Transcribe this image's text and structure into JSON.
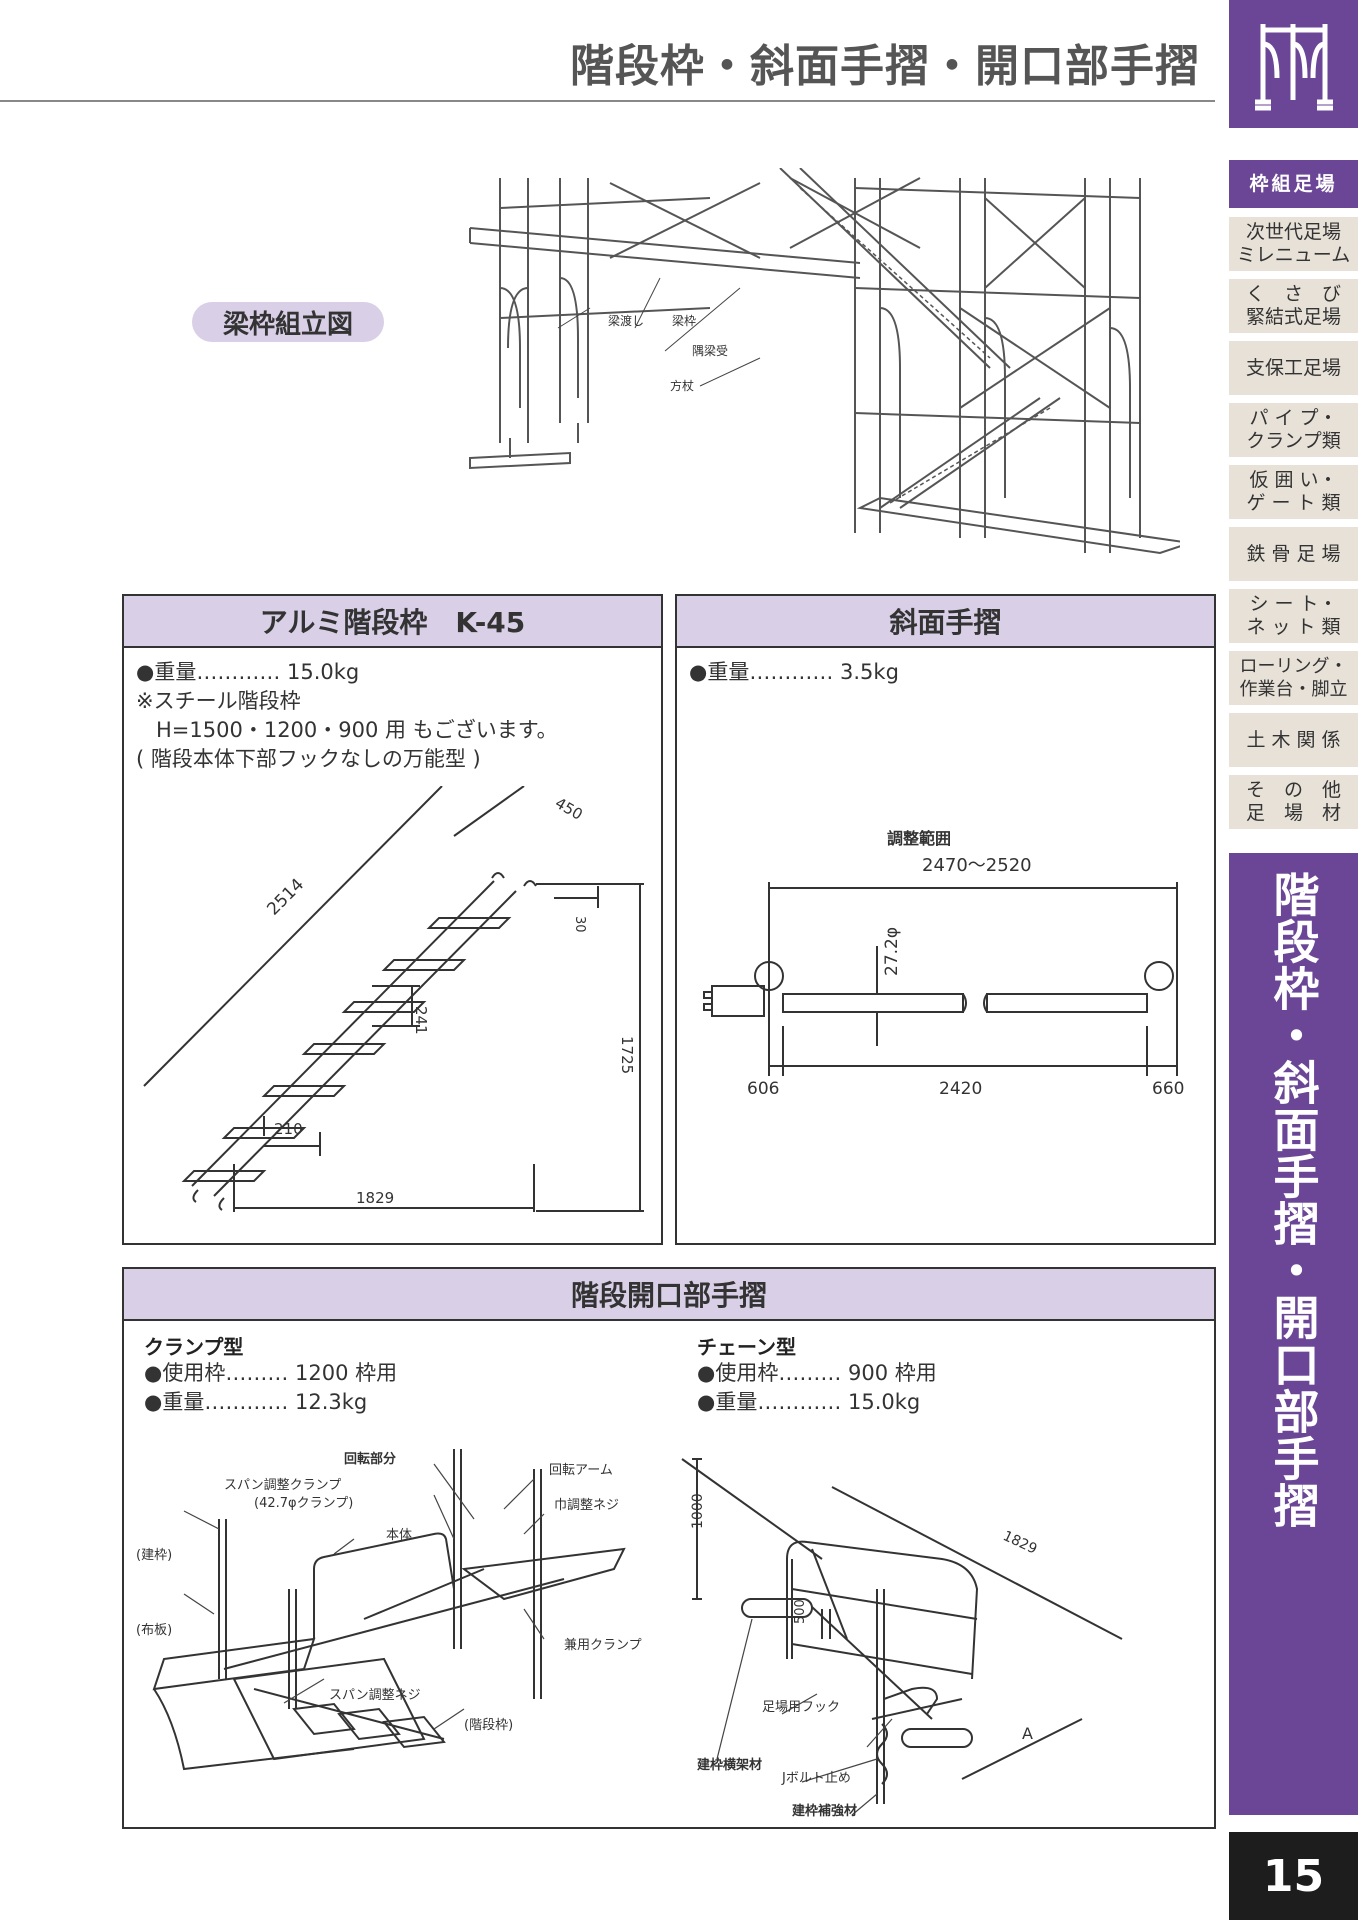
{
  "header": {
    "title": "階段枠・斜面手摺・開口部手摺"
  },
  "sidebar": {
    "categories": [
      {
        "label": "枠組足場",
        "active": true
      },
      {
        "label": "次世代足場\nミレニューム"
      },
      {
        "label": "く　さ　び\n緊結式足場"
      },
      {
        "label": "支保工足場"
      },
      {
        "label": "パ イ プ・\nクランプ類"
      },
      {
        "label": "仮 囲 い・\nゲ ー ト 類"
      },
      {
        "label": "鉄 骨 足 場"
      },
      {
        "label": "シ ー ト・\nネ ッ ト 類"
      },
      {
        "label": "ローリング・\n作業台・脚立"
      },
      {
        "label": "土 木 関 係"
      },
      {
        "label": "そ　の　他\n足　場　材"
      }
    ],
    "section_label": "階段枠・斜面手摺・開口部手摺"
  },
  "assembly": {
    "badge": "梁枠組立図",
    "callouts": [
      "梁渡し",
      "梁枠",
      "隅梁受",
      "方杖"
    ]
  },
  "alumi_stair": {
    "title": "アルミ階段枠　K-45",
    "weight_label": "●重量…………",
    "weight_value": "15.0kg",
    "note1": "※スチール階段枠",
    "note2": "H=1500・1200・900 用 もございます。",
    "note3": "( 階段本体下部フックなしの万能型 )",
    "dims": {
      "length": "2514",
      "width": "450",
      "offset": "30",
      "rise": "241",
      "height": "1725",
      "step": "210",
      "depth": "1829"
    }
  },
  "slope_rail": {
    "title": "斜面手摺",
    "weight_label": "●重量…………",
    "weight_value": "3.5kg",
    "dims": {
      "range_label": "調整範囲",
      "range": "2470〜2520",
      "diameter": "27.2φ",
      "left": "606",
      "center": "2420",
      "right": "660"
    }
  },
  "opening_rail": {
    "title": "階段開口部手摺",
    "clamp": {
      "title": "クランプ型",
      "frame_label": "●使用枠………",
      "frame_value": "1200 枠用",
      "weight_label": "●重量…………",
      "weight_value": "12.3kg",
      "callouts": [
        "回転部分",
        "スパン調整クランプ",
        "(42.7φクランプ)",
        "本体",
        "回転アーム",
        "巾調整ネジ",
        "(建枠)",
        "(布板)",
        "兼用クランプ",
        "スパン調整ネジ",
        "(階段枠)"
      ]
    },
    "chain": {
      "title": "チェーン型",
      "frame_label": "●使用枠………",
      "frame_value": "900 枠用",
      "weight_label": "●重量…………",
      "weight_value": "15.0kg",
      "callouts": [
        "1000",
        "1829",
        "500",
        "足場用フック",
        "建枠横架材",
        "Jボルト止め",
        "A",
        "建枠補強材"
      ]
    }
  },
  "page": {
    "number": "15"
  }
}
